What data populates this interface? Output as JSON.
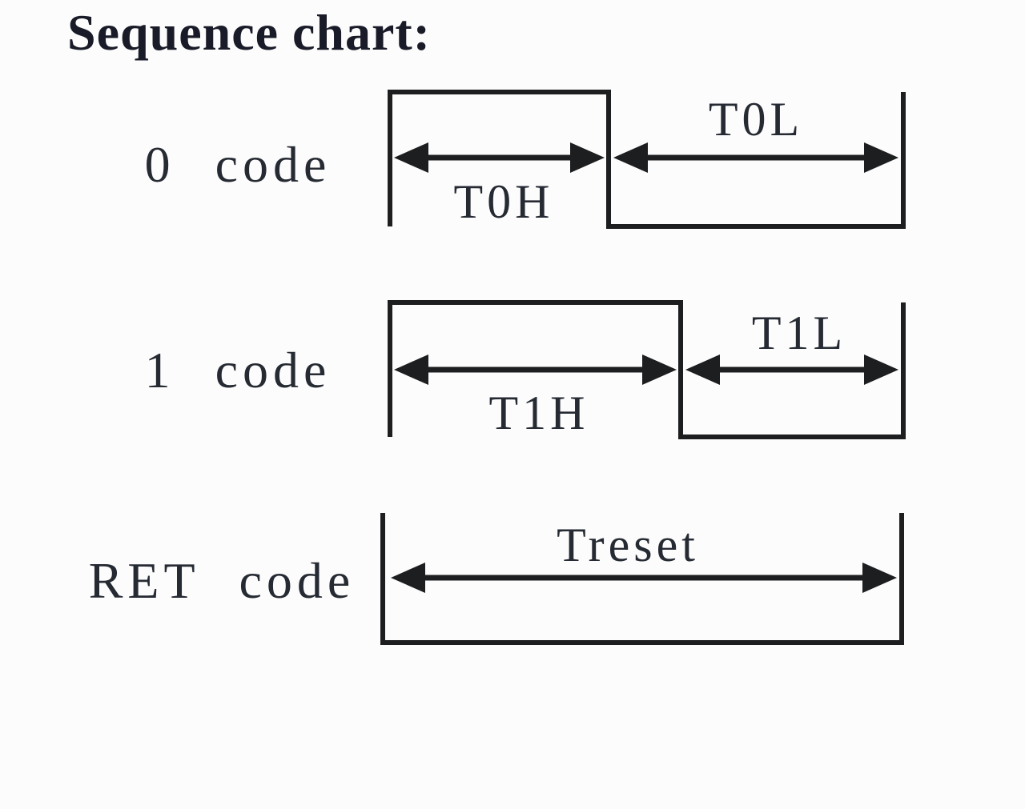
{
  "title": "Sequence chart:",
  "colors": {
    "line": "#1d1e20",
    "text": "#262a33",
    "title": "#191b28",
    "background": "#fcfcfc"
  },
  "rows": [
    {
      "label": "0 code",
      "high_label": "T0H",
      "low_label": "T0L"
    },
    {
      "label": "1 code",
      "high_label": "T1H",
      "low_label": "T1L"
    },
    {
      "label": "RET code",
      "arrow_label": "Treset"
    }
  ]
}
